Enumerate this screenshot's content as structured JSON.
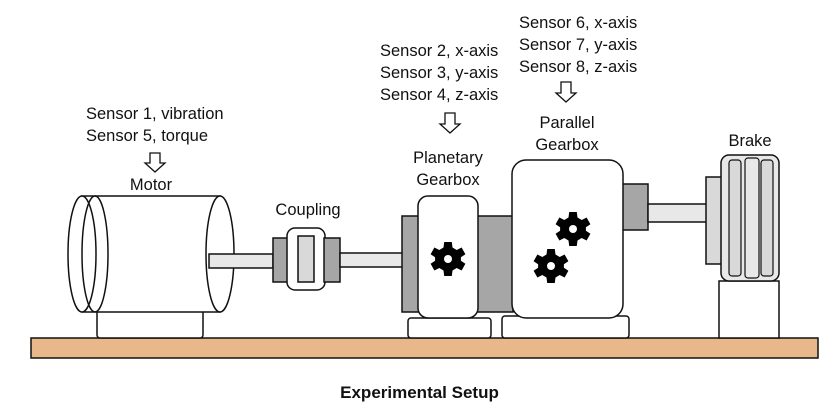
{
  "caption": "Experimental Setup",
  "labels": {
    "motor_sensors": [
      "Sensor 1, vibration",
      "Sensor 5, torque"
    ],
    "motor": "Motor",
    "coupling": "Coupling",
    "planetary_sensors": [
      "Sensor 2, x-axis",
      "Sensor 3, y-axis",
      "Sensor 4, z-axis"
    ],
    "planetary_gearbox": [
      "Planetary",
      "Gearbox"
    ],
    "parallel_sensors": [
      "Sensor 6, x-axis",
      "Sensor 7, y-axis",
      "Sensor 8, z-axis"
    ],
    "parallel_gearbox": [
      "Parallel",
      "Gearbox"
    ],
    "brake": "Brake"
  },
  "colors": {
    "base": "#E8B88A",
    "outline": "#111111",
    "shaft": "#E8E8E8",
    "dark_gray": "#A6A6A6",
    "light_gray": "#D9D9D9",
    "gear": "#000000",
    "body": "#FFFFFF"
  }
}
